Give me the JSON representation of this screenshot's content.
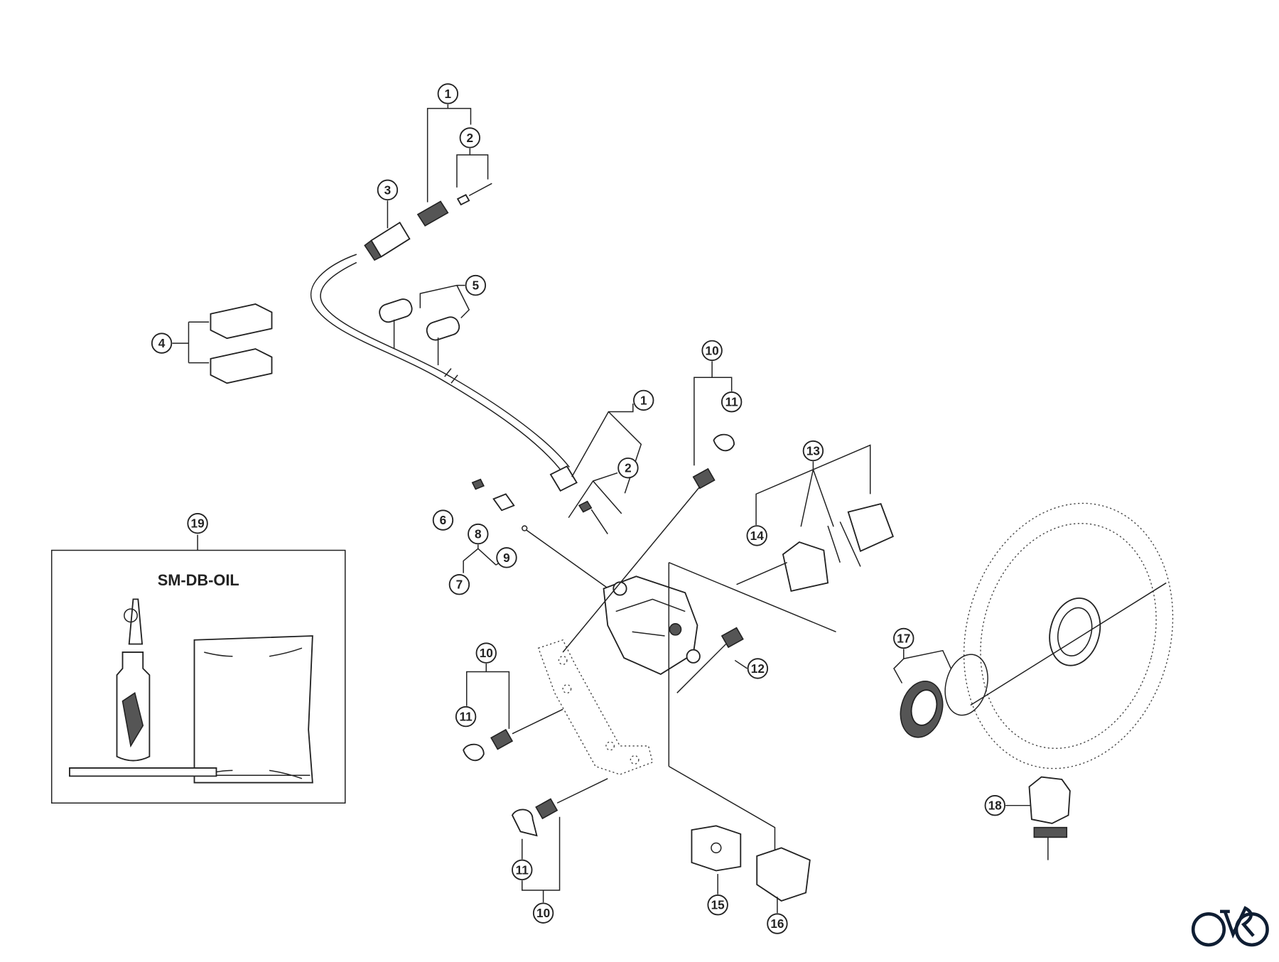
{
  "diagram": {
    "kit_title": "SM-DB-OIL",
    "callouts": [
      "1",
      "2",
      "3",
      "4",
      "5",
      "10",
      "11",
      "1",
      "2",
      "13",
      "14",
      "6",
      "8",
      "9",
      "7",
      "19",
      "12",
      "10",
      "11",
      "17",
      "18",
      "11",
      "10",
      "15",
      "16"
    ],
    "logo": {
      "name": "bike-logo-icon",
      "color": "#0f1e33"
    }
  }
}
